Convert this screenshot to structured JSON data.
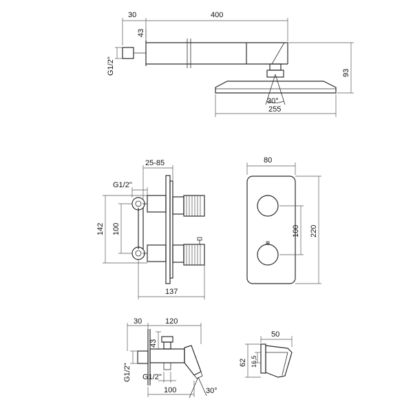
{
  "shower_arm": {
    "dim_30": "30",
    "dim_400": "400",
    "dim_43": "43",
    "dim_g12": "G1/2\"",
    "dim_93": "93",
    "dim_30deg": "30°",
    "dim_255": "255"
  },
  "mixer_body": {
    "dim_25_85": "25-85",
    "dim_g12": "G1/2\"",
    "dim_142": "142",
    "dim_100": "100",
    "dim_137": "137"
  },
  "cover_plate": {
    "dim_80": "80",
    "dim_100": "100",
    "dim_220": "220"
  },
  "spout": {
    "dim_30": "30",
    "dim_120": "120",
    "dim_43": "43",
    "dim_g12_left": "G1/2\"",
    "dim_g12_bottom": "G1/2\"",
    "dim_100": "100",
    "dim_30deg": "30°"
  },
  "holder": {
    "dim_50": "50",
    "dim_62": "62",
    "dim_16_5": "16,5"
  }
}
